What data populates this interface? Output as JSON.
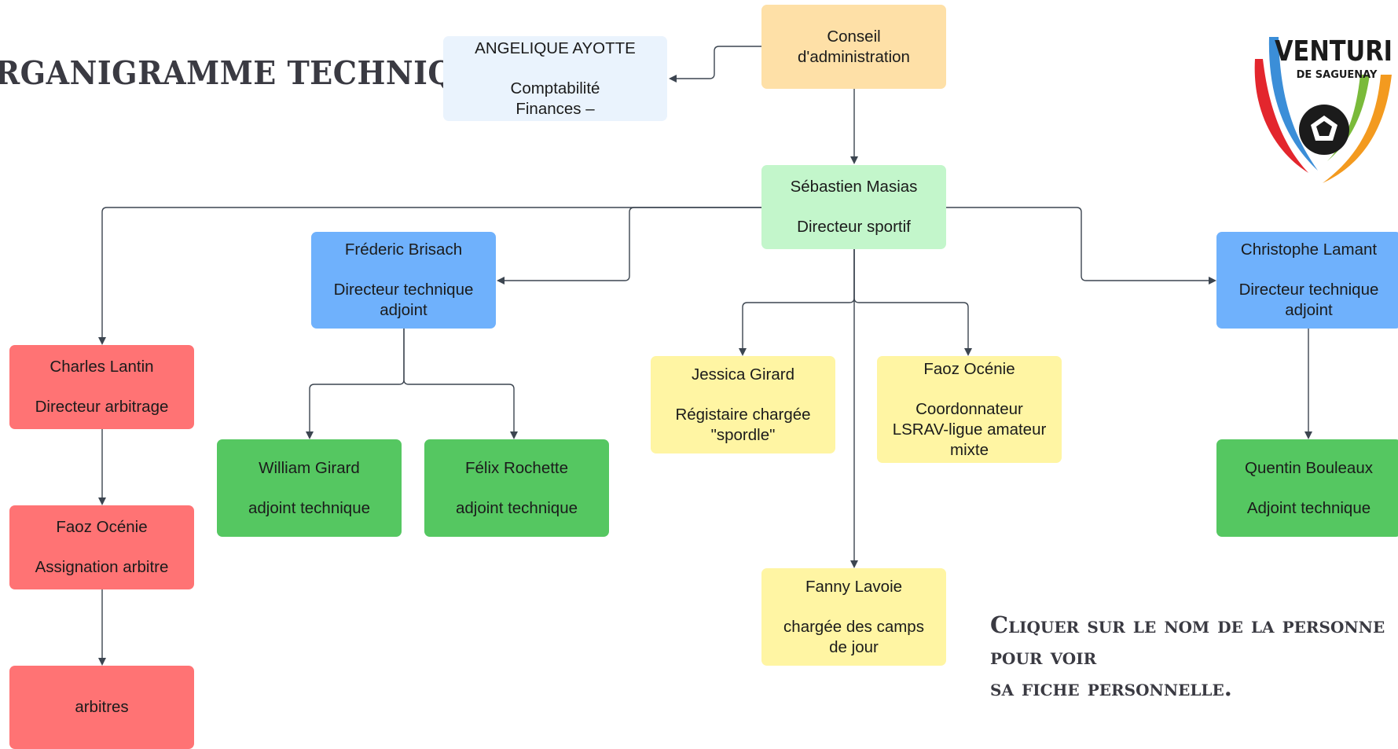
{
  "title": "ORGANIGRAMME TECHNIQUE",
  "note": "Cliquer sur le nom de la personne pour voir\nsa fiche personnelle.",
  "logo": {
    "text_line1": "VENTURI",
    "text_line2": "DE SAGUENAY",
    "icon": "soccer-ball-icon",
    "colors": [
      "#e3262d",
      "#3b8ed8",
      "#7aba3a",
      "#f39a1f"
    ]
  },
  "colors": {
    "cream": "#fee0a7",
    "pale_blue": "#eaf3fd",
    "mint": "#c3f6cb",
    "blue": "#6fb1fc",
    "red": "#ff7374",
    "green": "#55c761",
    "yellow": "#fff5a3",
    "connector": "#3c4550"
  },
  "nodes": {
    "board": {
      "name": "Conseil",
      "role": "d'administration"
    },
    "accounting": {
      "name": "ANGELIQUE AYOTTE",
      "role": "Comptabilité\nFinances –"
    },
    "sport_dir": {
      "name": "Sébastien Masias",
      "role": "Directeur sportif"
    },
    "tech_adj_1": {
      "name": "Fréderic Brisach",
      "role": "Directeur technique\nadjoint"
    },
    "tech_adj_2": {
      "name": "Christophe Lamant",
      "role": "Directeur technique\nadjoint"
    },
    "ref_dir": {
      "name": "Charles Lantin",
      "role": "Directeur arbitrage"
    },
    "ref_assign": {
      "name": "Faoz Océnie",
      "role": "Assignation arbitre"
    },
    "referees": {
      "name": "arbitres",
      "role": ""
    },
    "adj_william": {
      "name": "William Girard",
      "role": "adjoint technique"
    },
    "adj_felix": {
      "name": "Félix Rochette",
      "role": "adjoint technique"
    },
    "registrar": {
      "name": "Jessica Girard",
      "role": "Régistaire chargée\n\"spordle\""
    },
    "coordinator": {
      "name": "Faoz Océnie",
      "role": "Coordonnateur\nLSRAV-ligue amateur\nmixte"
    },
    "adj_quentin": {
      "name": "Quentin Bouleaux",
      "role": "Adjoint technique"
    },
    "camps": {
      "name": "Fanny Lavoie",
      "role": "chargée des camps\nde jour"
    }
  }
}
